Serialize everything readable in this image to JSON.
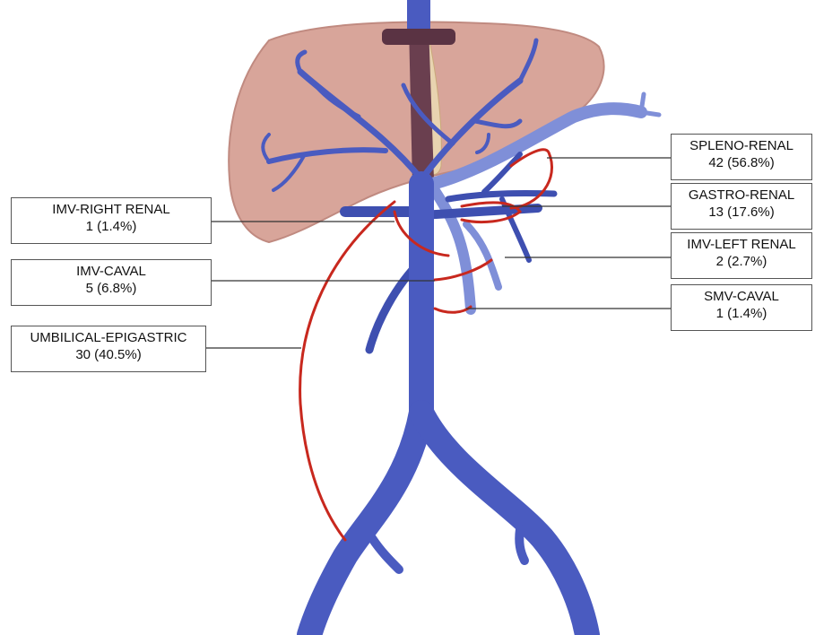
{
  "colors": {
    "vein_main": "#4a5bc0",
    "vein_light": "#7f8fd8",
    "vein_dark": "#2f3b96",
    "shunt_red": "#c8281e",
    "liver_fill": "#d8a59a",
    "liver_edge": "#c08a80",
    "ivc_in_liver": "#6a3f4f",
    "gallbladder": "#e8d3b0"
  },
  "labels": {
    "imv_right_renal": {
      "name": "IMV-RIGHT RENAL",
      "value": "1 (1.4%)"
    },
    "imv_caval": {
      "name": "IMV-CAVAL",
      "value": "5 (6.8%)"
    },
    "umbilical_epigastric": {
      "name": "UMBILICAL-EPIGASTRIC",
      "value": "30 (40.5%)"
    },
    "spleno_renal": {
      "name": "SPLENO-RENAL",
      "value": "42 (56.8%)"
    },
    "gastro_renal": {
      "name": "GASTRO-RENAL",
      "value": "13 (17.6%)"
    },
    "imv_left_renal": {
      "name": "IMV-LEFT RENAL",
      "value": "2 (2.7%)"
    },
    "smv_caval": {
      "name": "SMV-CAVAL",
      "value": "1 (1.4%)"
    }
  }
}
